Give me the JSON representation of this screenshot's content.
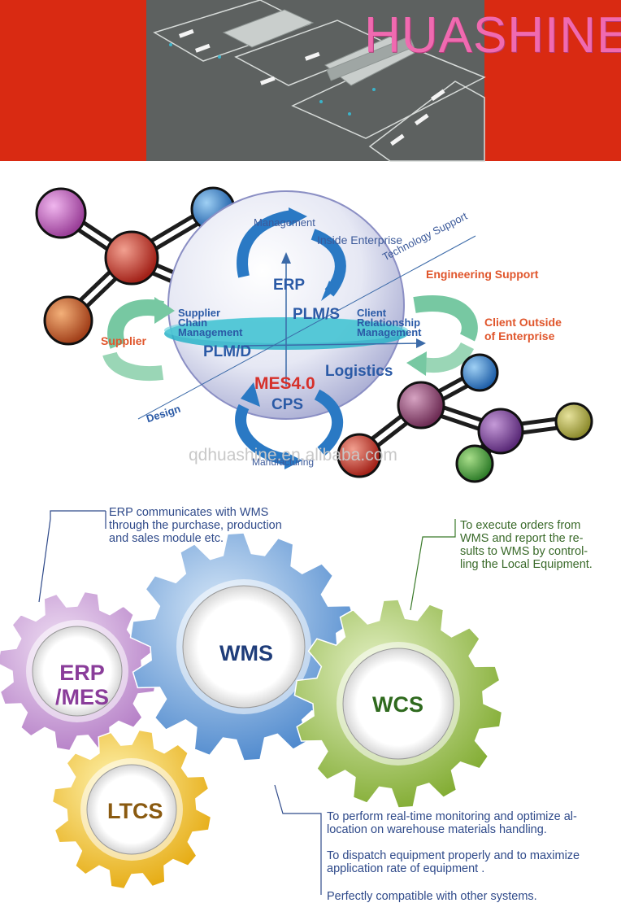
{
  "banner": {
    "brand": "HUASHINE"
  },
  "colors": {
    "banner_red": "#d92a12",
    "brand_pink": "#f06ab0",
    "erp_gear": "#c79ad2",
    "wms_gear": "#6a9fd8",
    "wcs_gear": "#9bc24a",
    "ltcs_gear": "#f2c21c"
  },
  "sphere": {
    "management": "Management",
    "inside_enterprise": "Inside Enterprise",
    "technology_support": "Technology Support",
    "engineering_support": "Engineering Support",
    "erp": "ERP",
    "plm_s": "PLM/S",
    "supplier_chain": [
      "Supplier",
      "Chain",
      "Management"
    ],
    "client_relationship": [
      "Client",
      "Relationship",
      "Management"
    ],
    "client_outside": [
      "Client Outside",
      "of Enterprise"
    ],
    "supplier": "Supplier",
    "plm_d": "PLM/D",
    "logistics": "Logistics",
    "mes": "MES4.0",
    "cps": "CPS",
    "design": "Design",
    "manufacturing": "Manufacturing",
    "watermark": "qdhuashine.en.alibaba.com"
  },
  "gears": {
    "erp": [
      "ERP",
      "/MES"
    ],
    "wms": "WMS",
    "wcs": "WCS",
    "ltcs": "LTCS"
  },
  "notes": {
    "erp": [
      "ERP communicates with WMS",
      "through the purchase, production",
      "and sales module etc."
    ],
    "wcs": [
      "To execute orders from",
      "WMS and report the re-",
      "sults to WMS by control-",
      "ling the Local Equipment."
    ],
    "wms": [
      [
        "To perform real-time monitoring and optimize al-",
        "location on warehouse materials handling."
      ],
      [
        "To dispatch equipment properly and to maximize",
        "application rate of equipment ."
      ],
      [
        "Perfectly compatible with other systems."
      ]
    ]
  }
}
